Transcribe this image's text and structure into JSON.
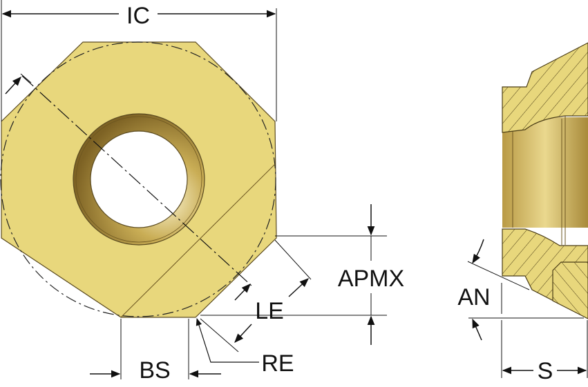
{
  "labels": {
    "ic": "IC",
    "apmx": "APMX",
    "le": "LE",
    "bs": "BS",
    "re": "RE",
    "an": "AN",
    "s": "S"
  },
  "colors": {
    "insert_fill": "#e8d77c",
    "insert_stroke": "#5a4a20",
    "ring_dark": "#8a6d2a",
    "ring_light": "#f3e6a8",
    "line": "#111111"
  }
}
